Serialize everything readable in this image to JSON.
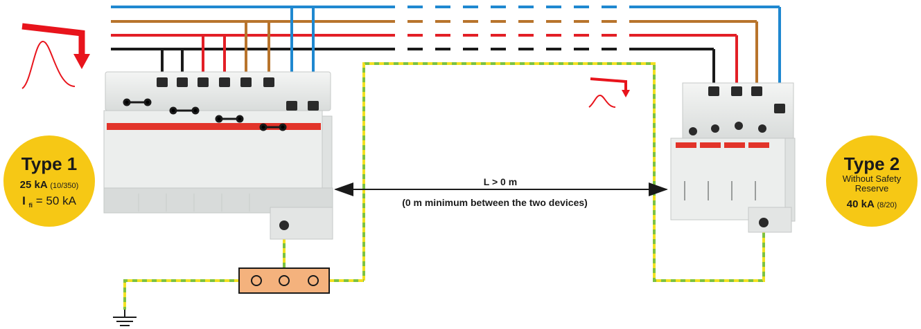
{
  "colors": {
    "line_blue": "#1f88d0",
    "line_brown": "#b8742c",
    "line_red": "#e21f26",
    "line_black": "#1a1a1a",
    "earth_green": "#7cc242",
    "earth_yellow": "#f3e021",
    "badge_yellow": "#f6c815",
    "surge_red": "#e8141c",
    "terminal_block": "#f4b27d",
    "device_body": "#e9ebea",
    "device_stripe": "#e2342a"
  },
  "type1_badge": {
    "title": "Type 1",
    "rating_value": "25 kA",
    "rating_wave": "(10/350)",
    "ifi_symbol": "I",
    "ifi_sub": "fi",
    "ifi_value": "= 50 kA"
  },
  "type2_badge": {
    "title": "Type 2",
    "line1": "Without Safety",
    "line2": "Reserve",
    "rating_value": "40 kA",
    "rating_wave": "(8/20)"
  },
  "distance": {
    "label": "L > 0 m",
    "note": "(0 m minimum between the two devices)"
  },
  "icons": {
    "surge_large": "surge-arrow-icon",
    "surge_small": "surge-arrow-small-icon",
    "ground": "ground-symbol-icon"
  }
}
